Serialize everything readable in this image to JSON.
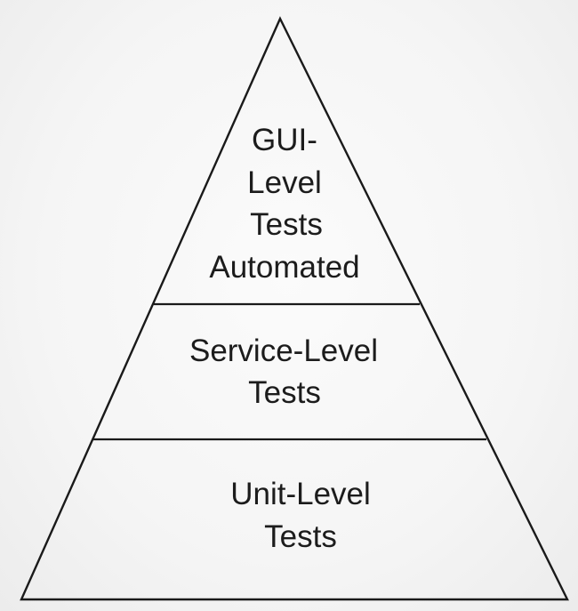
{
  "pyramid": {
    "tiers": [
      {
        "id": "top",
        "lines": [
          "GUI-",
          "Level",
          "Tests",
          "Automated"
        ]
      },
      {
        "id": "middle",
        "lines": [
          "Service-Level",
          "Tests"
        ]
      },
      {
        "id": "bottom",
        "lines": [
          "Unit-Level",
          "Tests"
        ]
      }
    ]
  }
}
